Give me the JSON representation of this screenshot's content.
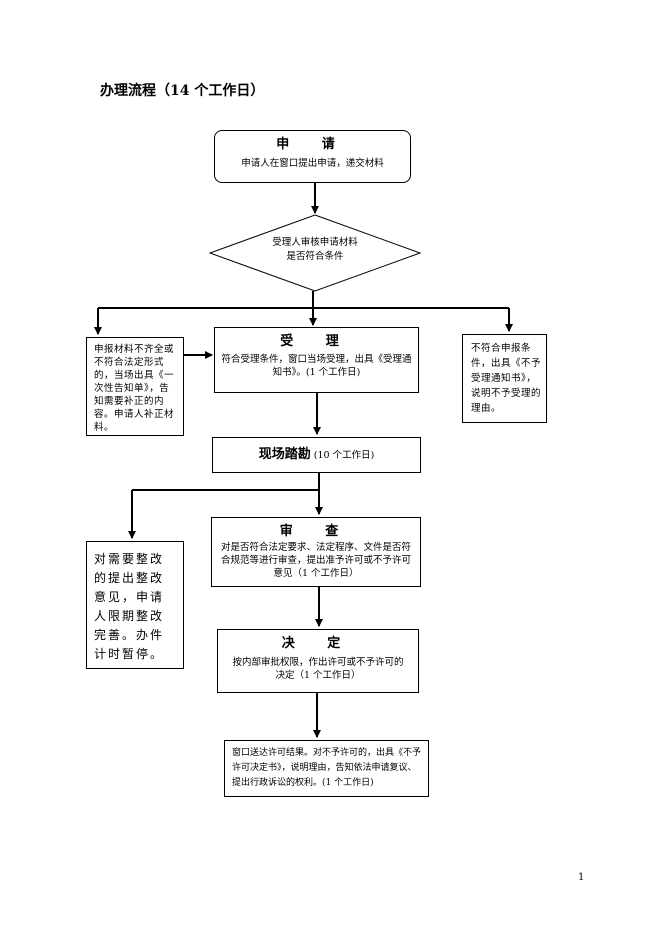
{
  "title": "办理流程（14 个工作日）",
  "steps": {
    "apply": {
      "title": "申  请",
      "desc": "申请人在窗口提出申请，递交材料"
    },
    "review": {
      "line1": "受理人审核申请材料",
      "line2": "是否符合条件"
    },
    "incomplete": {
      "text": "申报材料不齐全或不符合法定形式的，当场出具《一次性告知单》，告知需要补正的内容。申请人补正材料。"
    },
    "accept": {
      "title": "受  理",
      "desc": "符合受理条件，窗口当场受理，出具《受理通知书》。(1 个工作日)"
    },
    "reject": {
      "text": "不符合申报条件，出具《不予受理通知书》，说明不予受理的理由。"
    },
    "survey": {
      "title": "现场踏勘",
      "note": "(10 个工作日)"
    },
    "rectify": {
      "text": "对需要整改的提出整改意见，申请人限期整改完善。办件计时暂停。"
    },
    "examine": {
      "title": "审  查",
      "desc": "对是否符合法定要求、法定程序、文件是否符合规范等进行审查，提出准予许可或不予许可意见（1 个工作日）"
    },
    "decide": {
      "title": "决  定",
      "desc": "按内部审批权限，作出许可或不予许可的决定（1 个工作日）"
    },
    "deliver": {
      "text": "窗口送达许可结果。对不予许可的，出具《不予许可决定书》，说明理由，告知依法申请复议、提出行政诉讼的权利。(1 个工作日)"
    }
  },
  "page_number": "1"
}
